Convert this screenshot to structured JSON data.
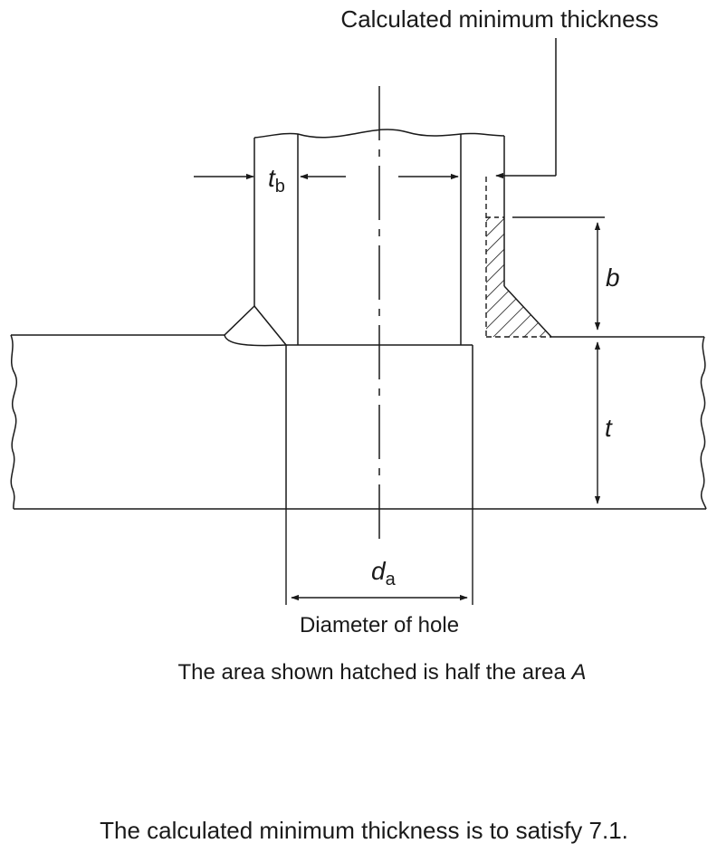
{
  "labels": {
    "callout": "Calculated minimum thickness",
    "tb_main": "t",
    "tb_sub": "b",
    "b": "b",
    "t": "t",
    "da_main": "d",
    "da_sub": "a",
    "hole": "Diameter of hole",
    "area_note_prefix": "The area shown hatched is half the area ",
    "area_note_var": "A",
    "footnote": "The calculated minimum thickness is to satisfy 7.1."
  },
  "colors": {
    "ink": "#1a1a1a",
    "background": "#ffffff"
  }
}
